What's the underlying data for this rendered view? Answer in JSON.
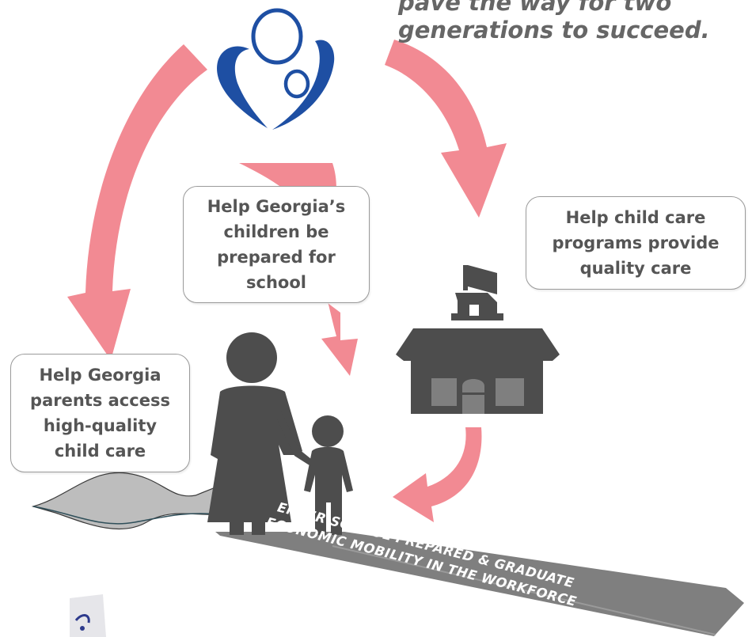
{
  "headline": {
    "line1": "pave the way for two",
    "line2": "generations to succeed."
  },
  "callouts": {
    "children": "Help Georgia’s\nchildren be\nprepared for\nschool",
    "programs": "Help child care\nprograms provide\nquality care",
    "parents": "Help Georgia\nparents access\nhigh-quality\nchild care"
  },
  "road": {
    "line1": "ENTER SCHOOL PREPARED & GRADUATE",
    "line2": "ECONOMIC MOBILITY IN THE WORKFORCE"
  },
  "colors": {
    "arrow": "#f28a93",
    "logo_blue": "#1e4fa3",
    "icon_gray": "#4d4d4d",
    "road_gray": "#7f7f7f",
    "text_gray": "#555555"
  },
  "icons": [
    "mother-child-heart-logo-icon",
    "schoolhouse-icon",
    "parent-child-icon",
    "georgia-map-icon"
  ]
}
